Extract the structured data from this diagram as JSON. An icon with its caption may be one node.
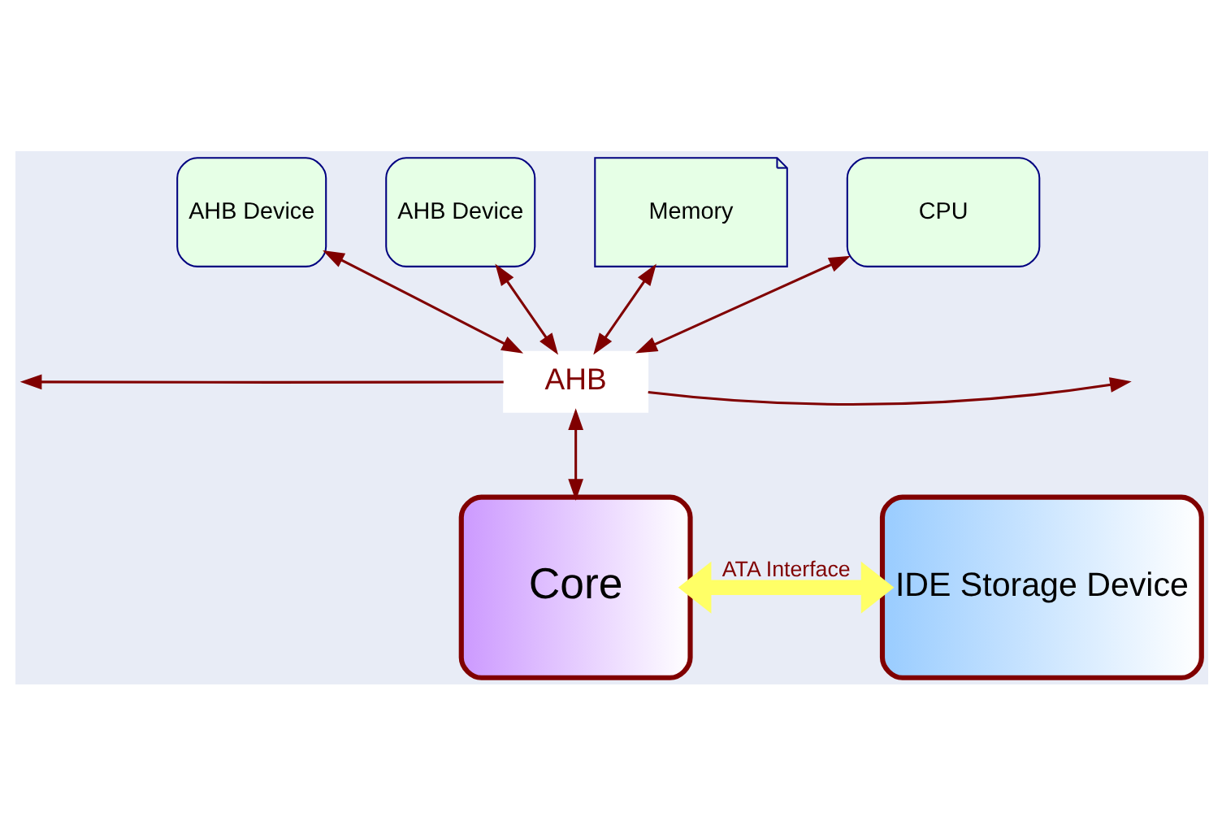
{
  "diagram": {
    "nodes": [
      {
        "text": [
          "AHB Device"
        ]
      },
      {
        "text": [
          "AHB Device"
        ]
      },
      {
        "text": [
          "Memory"
        ]
      },
      {
        "text": [
          "CPU"
        ]
      },
      {
        "text": [
          "AHB"
        ]
      },
      {
        "text": [
          "Core"
        ]
      },
      {
        "text": [
          "IDE Storage Device"
        ]
      }
    ],
    "edges": [
      {
        "from": 0,
        "to": 4,
        "arrow": "both"
      },
      {
        "from": 1,
        "to": 4,
        "arrow": "both"
      },
      {
        "from": 2,
        "to": 4,
        "arrow": "both"
      },
      {
        "from": 3,
        "to": 4,
        "arrow": "both"
      },
      {
        "from": 4,
        "to": 5,
        "arrow": "both"
      },
      {
        "from": 5,
        "to": 6,
        "arrow": "both",
        "label": "ATA Interface",
        "style": "thick",
        "color": "#ffff66"
      },
      {
        "from": 4,
        "to": null,
        "arrow": "to"
      },
      {
        "from": 4,
        "to": null,
        "arrow": "to"
      }
    ]
  }
}
